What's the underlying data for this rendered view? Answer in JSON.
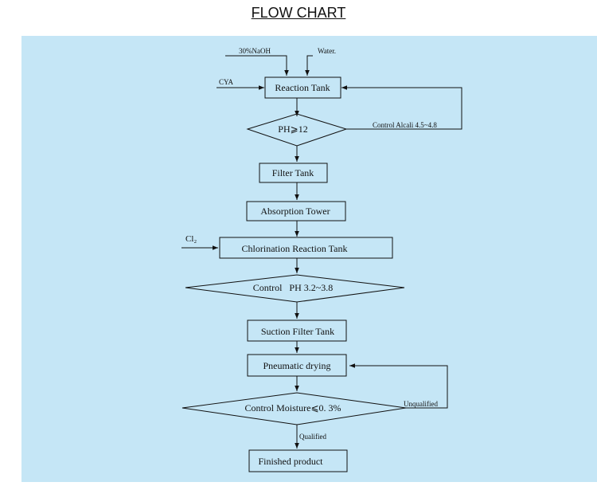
{
  "title": "FLOW CHART",
  "inputs": {
    "naoh": "30%NaOH",
    "water": "Water.",
    "cya": "CYA",
    "cl2": "Cl₂"
  },
  "nodes": {
    "reaction_tank": "Reaction Tank",
    "ph_check": "PH⩾12",
    "filter_tank": "Filter Tank",
    "absorption_tower": "Absorption Tower",
    "chlorination_tank": "Chlorination Reaction Tank",
    "control_ph": "Control   PH 3.2~3.8",
    "suction_filter_tank": "Suction Filter Tank",
    "pneumatic_drying": "Pneumatic drying",
    "control_moisture": "Control Moisture⩽0. 3%",
    "finished_product": "Finished product"
  },
  "edge_labels": {
    "control_alcali": "Control Alcali 4.5~4.8",
    "unqualified": "Unqualified",
    "qualified": "Qualified"
  },
  "colors": {
    "canvas": "#c5e6f6",
    "line": "#111111"
  }
}
